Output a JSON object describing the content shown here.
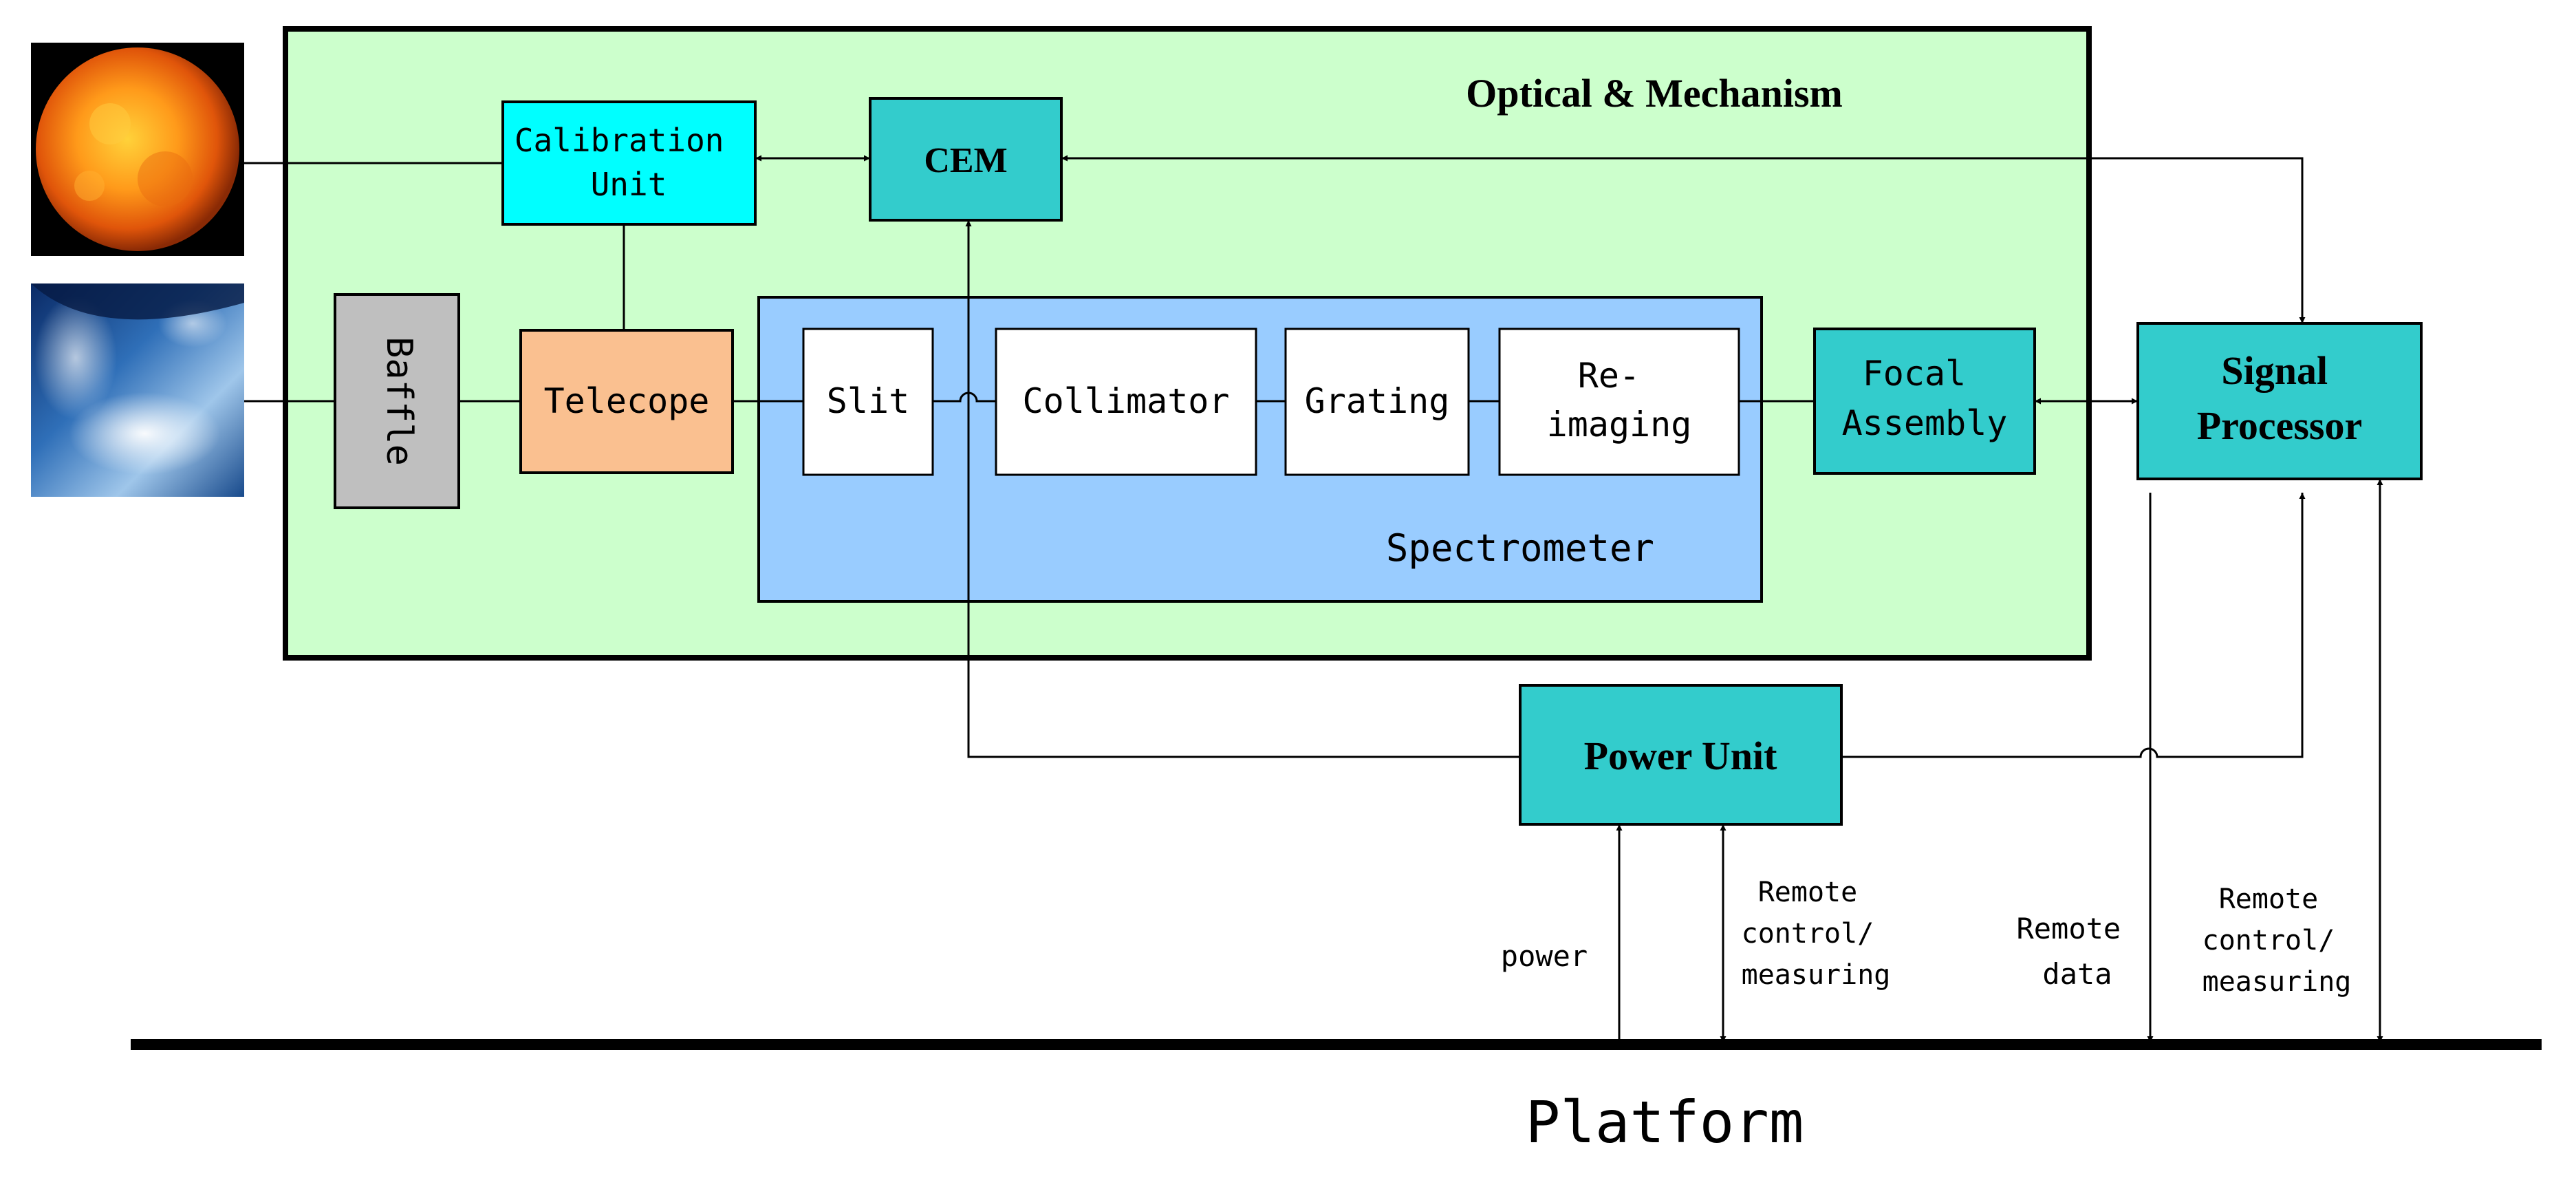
{
  "containers": {
    "optical_mechanism": "Optical & Mechanism",
    "spectrometer": "Spectrometer"
  },
  "blocks": {
    "calibration_unit": [
      "Calibration",
      "Unit"
    ],
    "cem": "CEM",
    "baffle": "Baffle",
    "telescope": "Telecope",
    "slit": "Slit",
    "collimator": "Collimator",
    "grating": "Grating",
    "reimaging": [
      "Re-",
      "imaging"
    ],
    "focal_assembly": [
      "Focal",
      "Assembly"
    ],
    "signal_processor": [
      "Signal",
      "Processor"
    ],
    "power_unit": "Power Unit"
  },
  "labels": {
    "power": "power",
    "remote_control_1": [
      "Remote",
      "control/",
      "measuring"
    ],
    "remote_data": [
      "Remote",
      "data"
    ],
    "remote_control_2": [
      "Remote",
      "control/",
      "measuring"
    ],
    "platform": "Platform"
  },
  "colors": {
    "container_green": "#ccffcc",
    "spectrometer_blue": "#99ccff",
    "calibration_cyan": "#00ffff",
    "teal_block": "#33cccc",
    "baffle_gray": "#bfbfbf",
    "telescope_peach": "#fac090",
    "white_block": "#ffffff"
  },
  "icons": [
    "sun-image",
    "earth-image"
  ]
}
